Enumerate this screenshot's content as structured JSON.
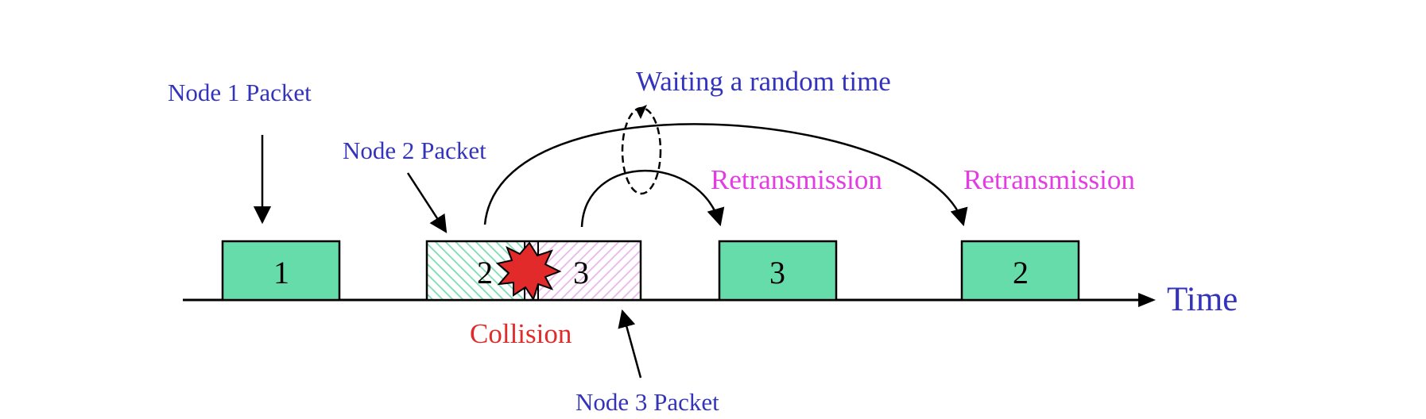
{
  "labels": {
    "node1_packet": "Node 1 Packet",
    "node2_packet": "Node 2 Packet",
    "node3_packet": "Node 3 Packet",
    "waiting": "Waiting a random time",
    "retransmission_1": "Retransmission",
    "retransmission_2": "Retransmission",
    "collision": "Collision",
    "time": "Time"
  },
  "packets": {
    "p1": "1",
    "p2_collided": "2",
    "p3_collided": "3",
    "p3_retx": "3",
    "p2_retx": "2"
  },
  "colors": {
    "packet_fill": "#66dcaa",
    "node_label_blue": "#3333bb",
    "retransmission_magenta": "#e23ce2",
    "collision_red": "#e22a2a",
    "hatch_green": "#77ddb0",
    "hatch_pink": "#eab6ea"
  }
}
